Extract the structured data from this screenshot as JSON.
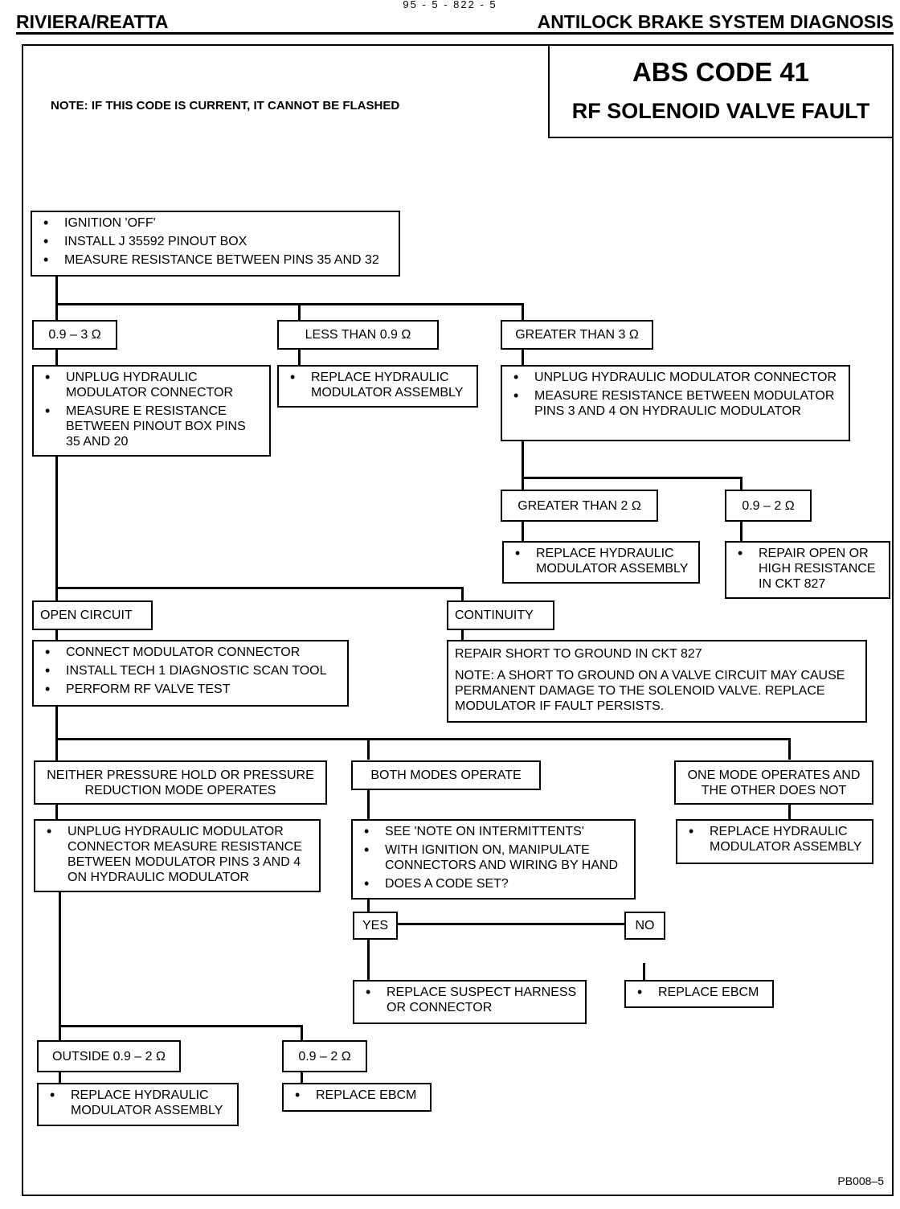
{
  "page_number": "95 - 5 - 822 - 5",
  "header": {
    "left": "RIVIERA/REATTA",
    "right": "ANTILOCK BRAKE SYSTEM DIAGNOSIS"
  },
  "title": {
    "line1": "ABS CODE 41",
    "line2": "RF SOLENOID VALVE FAULT"
  },
  "note": "NOTE:  IF THIS CODE IS CURRENT, IT CANNOT BE FLASHED",
  "step1": {
    "items": [
      "IGNITION 'OFF'",
      "INSTALL J 35592 PINOUT BOX",
      "MEASURE RESISTANCE BETWEEN PINS 35 AND 32"
    ]
  },
  "branch1": {
    "a_label": "0.9 – 3 Ω",
    "b_label": "LESS THAN 0.9 Ω",
    "c_label": "GREATER THAN 3 Ω",
    "a_items": [
      "UNPLUG HYDRAULIC MODULATOR CONNECTOR",
      "MEASURE E RESISTANCE BETWEEN  PINOUT BOX PINS 35 AND 20"
    ],
    "b_items": [
      "REPLACE HYDRAULIC MODULATOR ASSEMBLY"
    ],
    "c_items": [
      "UNPLUG HYDRAULIC MODULATOR CONNECTOR",
      "MEASURE RESISTANCE BETWEEN MODULATOR PINS 3 AND 4 ON HYDRAULIC MODULATOR"
    ]
  },
  "branch2": {
    "a_label": "GREATER THAN 2 Ω",
    "b_label": "0.9 – 2 Ω",
    "a_items": [
      "REPLACE HYDRAULIC MODULATOR ASSEMBLY"
    ],
    "b_items": [
      "REPAIR OPEN OR HIGH RESISTANCE IN CKT 827"
    ]
  },
  "branch3": {
    "a_label": "OPEN CIRCUIT",
    "b_label": "CONTINUITY",
    "a_items": [
      "CONNECT MODULATOR CONNECTOR",
      "INSTALL TECH 1 DIAGNOSTIC SCAN TOOL",
      "PERFORM  RF VALVE TEST"
    ],
    "b_text": "REPAIR SHORT TO GROUND IN CKT 827",
    "b_note": "NOTE: A SHORT TO GROUND ON A VALVE CIRCUIT MAY CAUSE PERMANENT DAMAGE TO THE SOLENOID VALVE. REPLACE MODULATOR IF FAULT PERSISTS."
  },
  "branch4": {
    "a_label": "NEITHER PRESSURE HOLD OR PRESSURE REDUCTION MODE OPERATES",
    "b_label": "BOTH MODES OPERATE",
    "c_label": "ONE MODE OPERATES AND THE OTHER DOES NOT",
    "a_items": [
      "UNPLUG HYDRAULIC MODULATOR CONNECTOR MEASURE RESISTANCE BETWEEN MODULATOR PINS 3 AND 4 ON HYDRAULIC MODULATOR"
    ],
    "b_items": [
      "SEE 'NOTE ON INTERMITTENTS'",
      "WITH IGNITION ON, MANIPULATE CONNECTORS AND WIRING BY HAND",
      "DOES A CODE SET?"
    ],
    "c_items": [
      "REPLACE HYDRAULIC MODULATOR ASSEMBLY"
    ]
  },
  "branch5": {
    "yes_label": "YES",
    "no_label": "NO",
    "yes_items": [
      "REPLACE SUSPECT HARNESS OR CONNECTOR"
    ],
    "no_items": [
      "REPLACE  EBCM"
    ]
  },
  "branch6": {
    "a_label": "OUTSIDE 0.9 – 2 Ω",
    "b_label": "0.9 – 2 Ω",
    "a_items": [
      "REPLACE HYDRAULIC MODULATOR ASSEMBLY"
    ],
    "b_items": [
      "REPLACE  EBCM"
    ]
  },
  "figure_code": "PB008–5"
}
